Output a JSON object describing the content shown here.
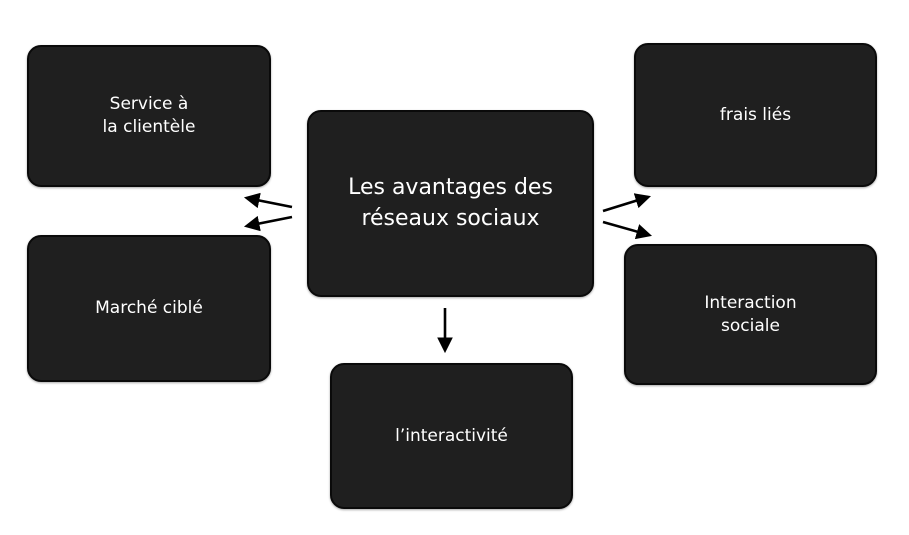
{
  "diagram": {
    "center": "Les avantages des\nréseaux sociaux",
    "nodes": {
      "service": "Service à\nla clientèle",
      "marche": "Marché ciblé",
      "frais": "frais liés",
      "interaction": "Interaction\nsociale",
      "interactivite": "l’interactivité"
    }
  },
  "colors": {
    "node_fill": "#1f1f1f",
    "node_text": "#ffffff",
    "arrow": "#000000",
    "background": "#ffffff"
  }
}
